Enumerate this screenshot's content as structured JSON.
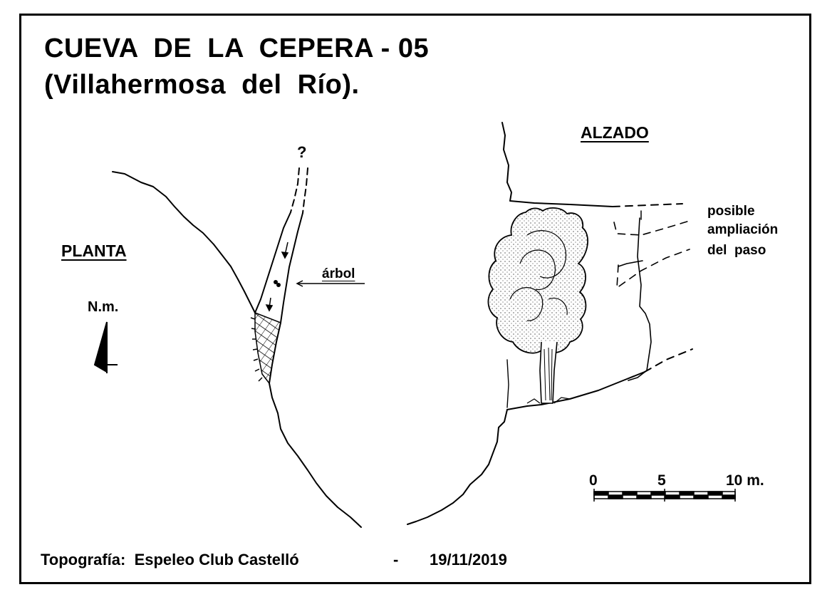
{
  "title": {
    "line1": "CUEVA  DE  LA  CEPERA - 05",
    "line2": "(Villahermosa  del  Río)."
  },
  "planta": {
    "label": "PLANTA",
    "north_label": "N.m.",
    "unknown_mark": "?",
    "tree_label": "árbol"
  },
  "alzado": {
    "label": "ALZADO",
    "note": [
      "posible",
      "ampliación",
      "del  paso"
    ]
  },
  "scale": {
    "ticks": [
      "0",
      "5",
      "10 m."
    ]
  },
  "footer": {
    "credit_label": "Topografía:  Espeleo Club Castelló",
    "separator": "-",
    "date": "19/11/2019"
  }
}
